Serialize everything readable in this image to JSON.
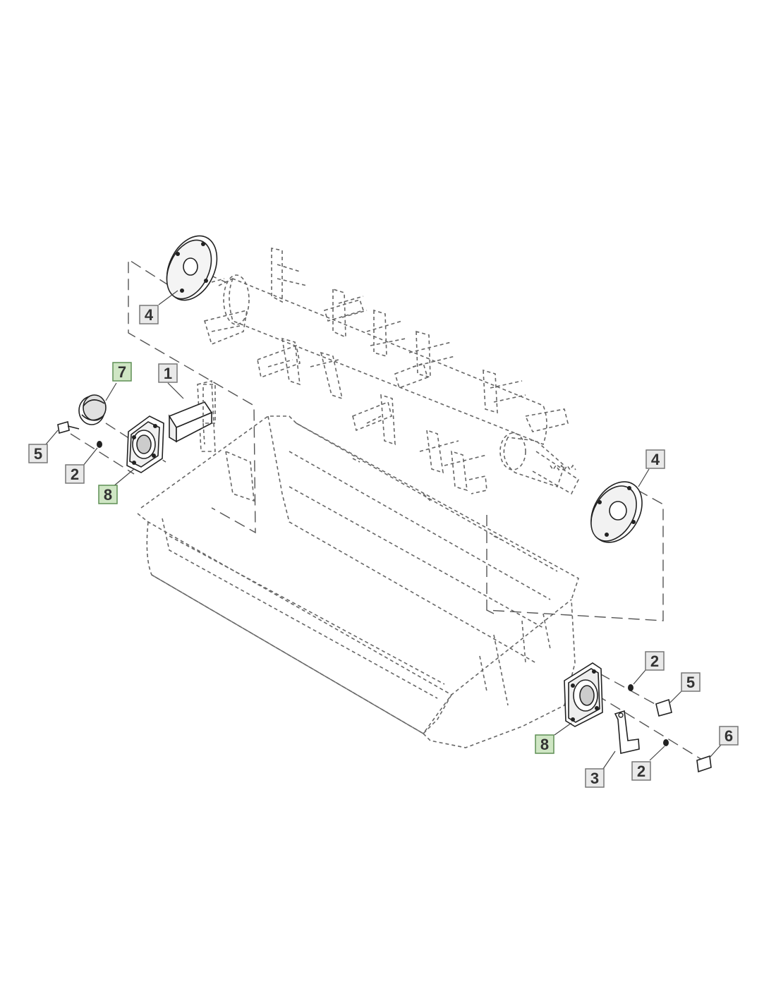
{
  "diagram": {
    "callouts": [
      {
        "id": "c1",
        "label": "4",
        "highlighted": false
      },
      {
        "id": "c2",
        "label": "7",
        "highlighted": true
      },
      {
        "id": "c3",
        "label": "1",
        "highlighted": false
      },
      {
        "id": "c4",
        "label": "5",
        "highlighted": false
      },
      {
        "id": "c5",
        "label": "2",
        "highlighted": false
      },
      {
        "id": "c6",
        "label": "8",
        "highlighted": true
      },
      {
        "id": "c7",
        "label": "4",
        "highlighted": false
      },
      {
        "id": "c8",
        "label": "2",
        "highlighted": false
      },
      {
        "id": "c9",
        "label": "5",
        "highlighted": false
      },
      {
        "id": "c10",
        "label": "6",
        "highlighted": false
      },
      {
        "id": "c11",
        "label": "8",
        "highlighted": true
      },
      {
        "id": "c12",
        "label": "3",
        "highlighted": false
      },
      {
        "id": "c13",
        "label": "2",
        "highlighted": false
      }
    ]
  }
}
